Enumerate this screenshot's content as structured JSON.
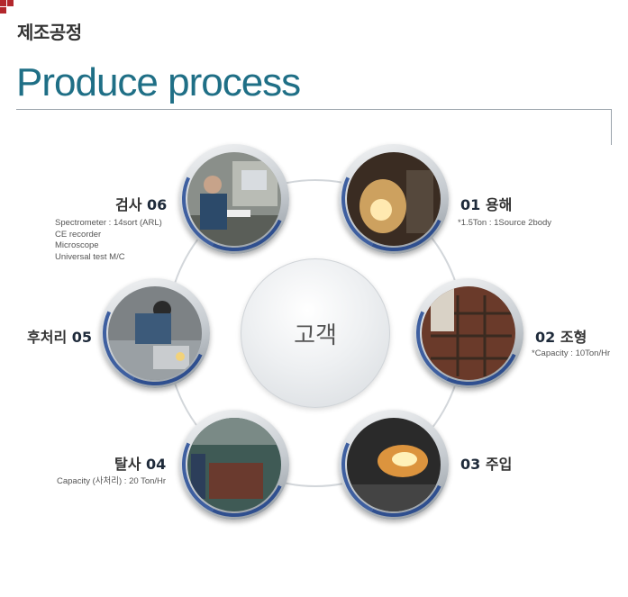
{
  "header": {
    "title": "제조공정"
  },
  "heading": {
    "title": "Produce process"
  },
  "center": {
    "label": "고객"
  },
  "steps": [
    {
      "num": "01",
      "name": "용해",
      "details": [
        "*1.5Ton : 1Source 2body"
      ]
    },
    {
      "num": "02",
      "name": "조형",
      "details": [
        "*Capacity : 10Ton/Hr"
      ]
    },
    {
      "num": "03",
      "name": "주입",
      "details": []
    },
    {
      "num": "04",
      "name": "탈사",
      "details": [
        "Capacity (사처리) : 20 Ton/Hr"
      ]
    },
    {
      "num": "05",
      "name": "후처리",
      "details": []
    },
    {
      "num": "06",
      "name": "검사",
      "details": [
        "Spectrometer : 14sort  (ARL)",
        "CE recorder",
        "Microscope",
        "Universal test M/C"
      ]
    }
  ],
  "colors": {
    "accent_red": "#b3272c",
    "heading_teal": "#1f6f86",
    "ring_blue": "#2f4f8f"
  }
}
